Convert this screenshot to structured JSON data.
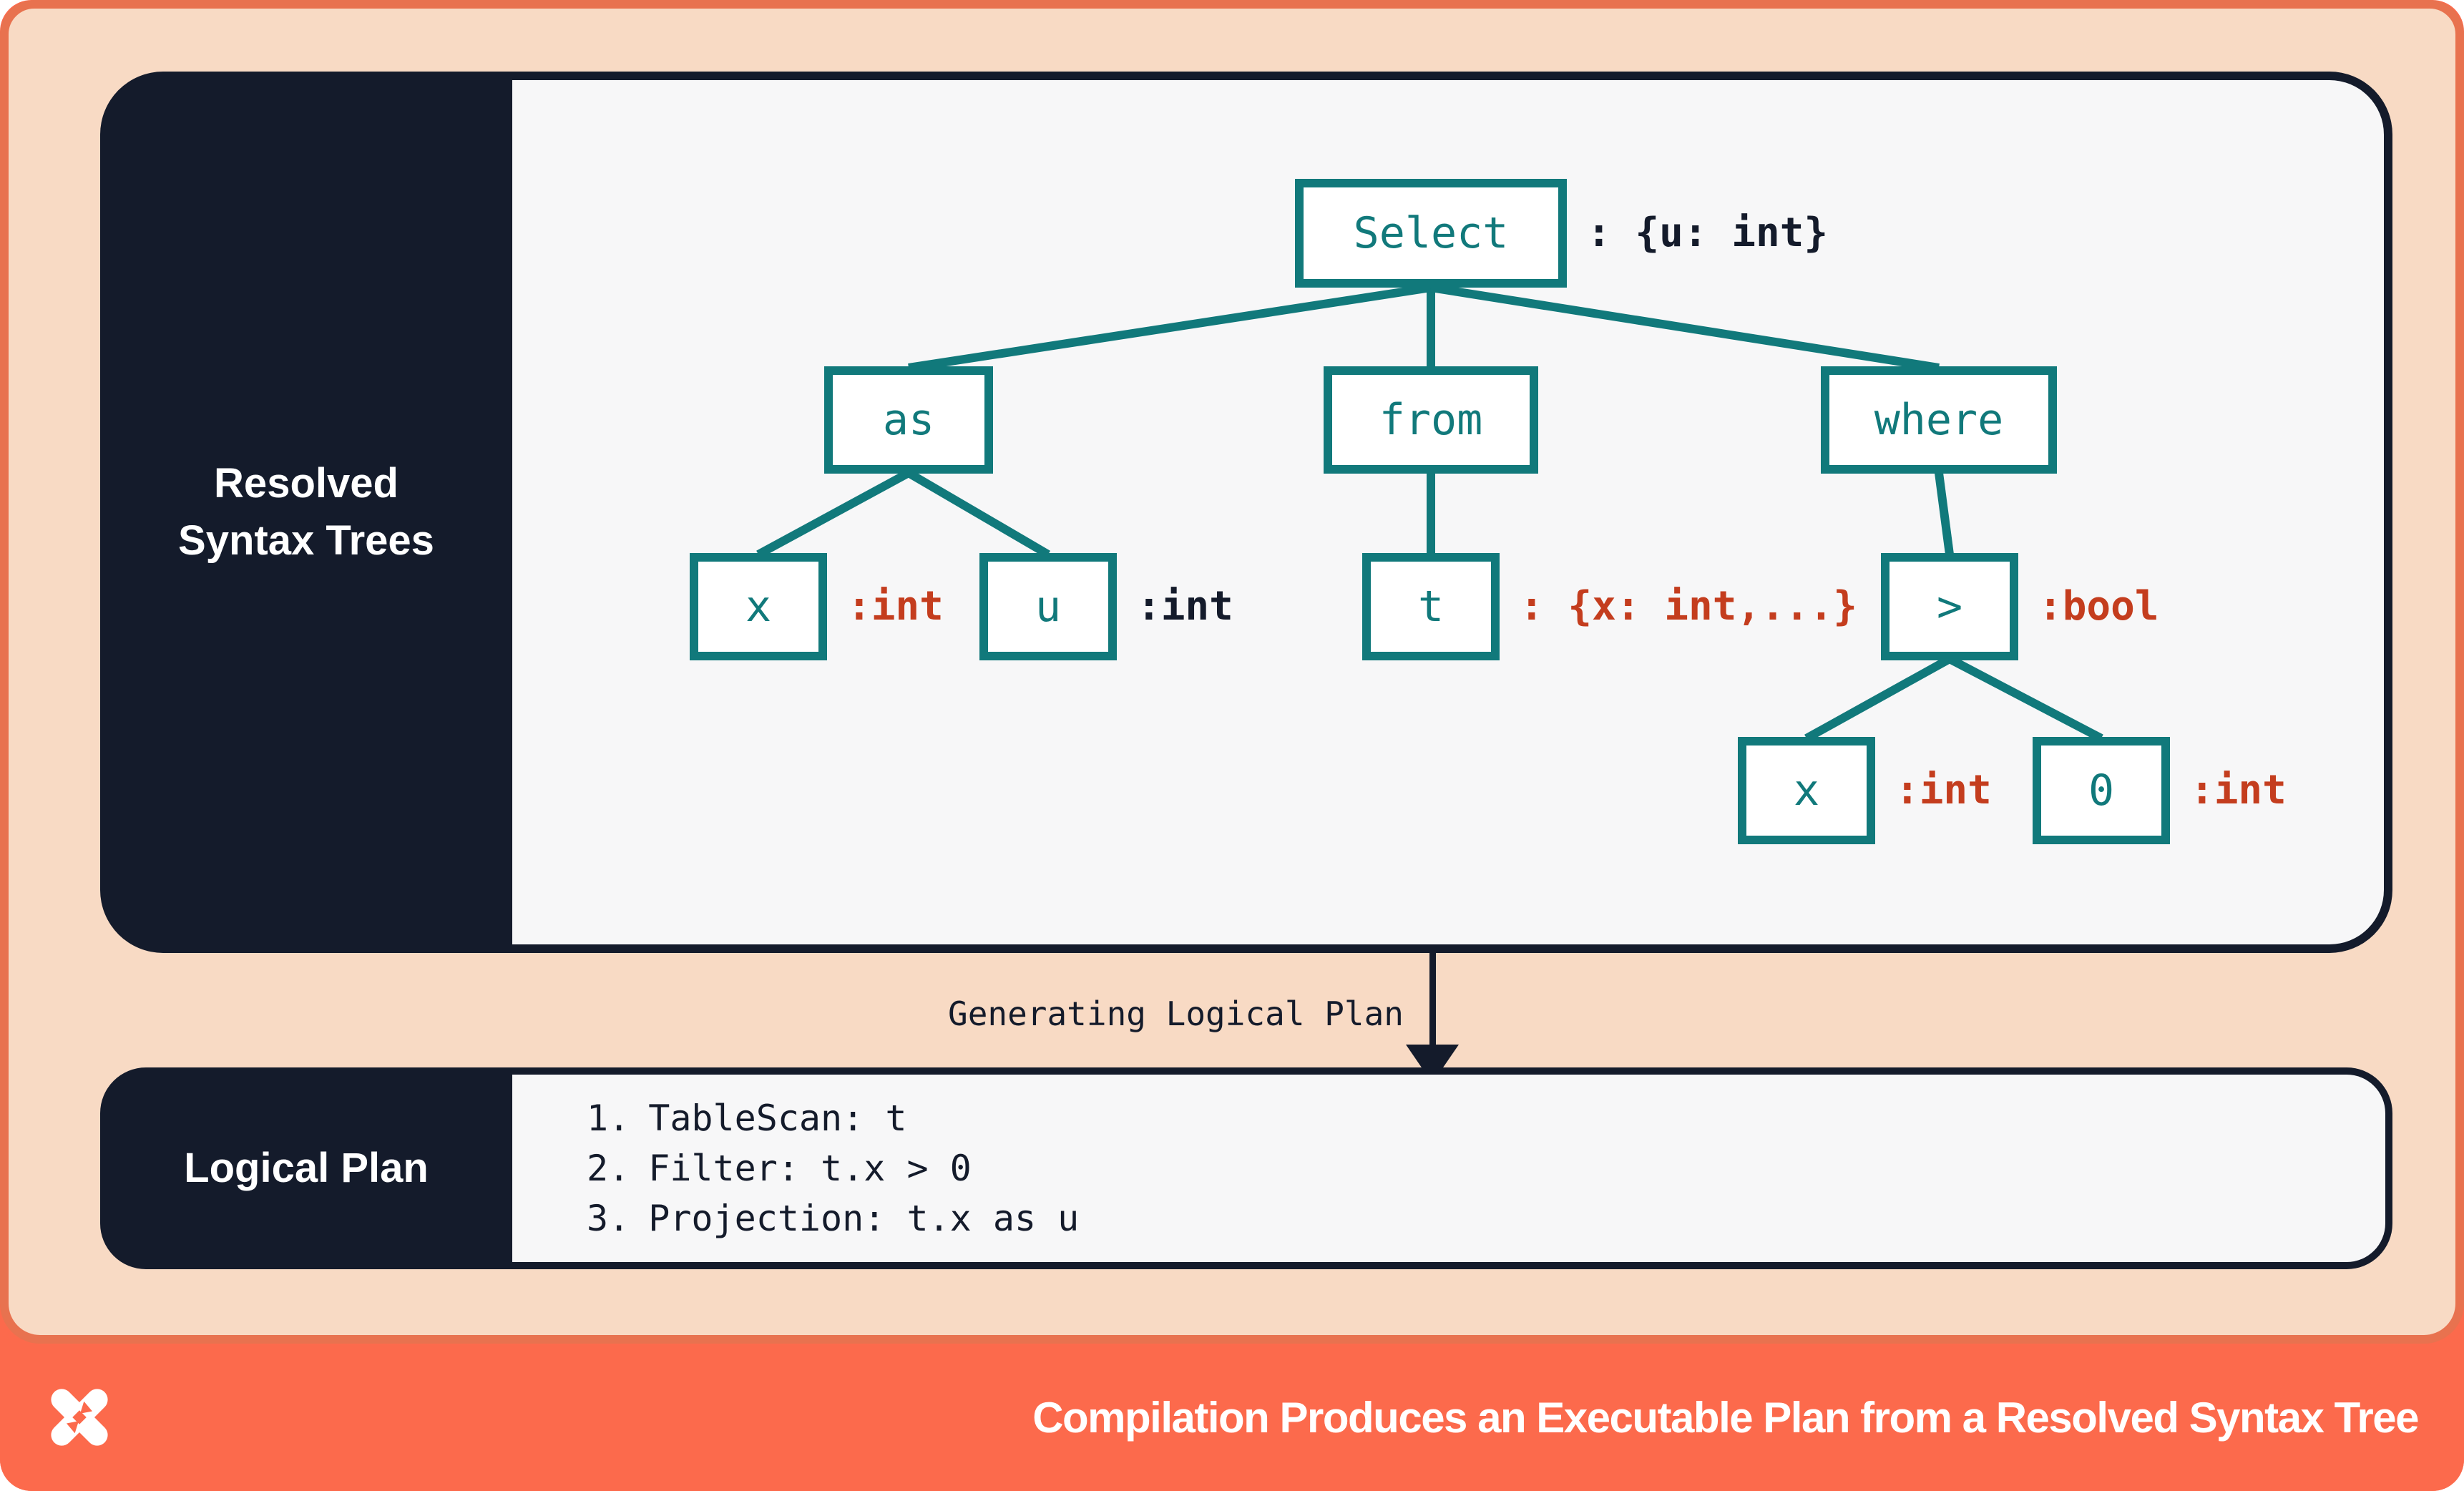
{
  "colors": {
    "coral": "#FC6A4C",
    "coral_border": "#E8724F",
    "peach": "#F8DAC4",
    "dark": "#141B2B",
    "light": "#F7F7F8",
    "teal": "#11797B",
    "red": "#C43D1E",
    "white": "#FFFFFF"
  },
  "resolved_panel": {
    "sidebar_label": [
      "Resolved",
      "Syntax Trees"
    ],
    "nodes": {
      "select": {
        "label": "Select",
        "type": ": {u: int}",
        "type_color": "dark"
      },
      "as": {
        "label": "as"
      },
      "from": {
        "label": "from"
      },
      "where": {
        "label": "where"
      },
      "x_alias": {
        "label": "x",
        "type": ":int",
        "type_color": "red"
      },
      "u_alias": {
        "label": "u",
        "type": ":int",
        "type_color": "dark"
      },
      "t_table": {
        "label": "t",
        "type": ": {x: int,...}",
        "type_color": "red"
      },
      "gt_op": {
        "label": ">",
        "type": ":bool",
        "type_color": "red"
      },
      "x_leaf": {
        "label": "x",
        "type": ":int",
        "type_color": "red"
      },
      "zero": {
        "label": "0",
        "type": ":int",
        "type_color": "red"
      }
    }
  },
  "transition": {
    "label": "Generating Logical Plan"
  },
  "logical_panel": {
    "sidebar_label": "Logical Plan",
    "steps": [
      {
        "num": "1.",
        "text": "TableScan: t"
      },
      {
        "num": "2.",
        "text": "Filter: t.x > 0"
      },
      {
        "num": "3.",
        "text": "Projection: t.x as u"
      }
    ]
  },
  "footer": {
    "title": "Compilation Produces an Executable Plan from a Resolved Syntax Tree",
    "logo": "dolt-logo"
  }
}
